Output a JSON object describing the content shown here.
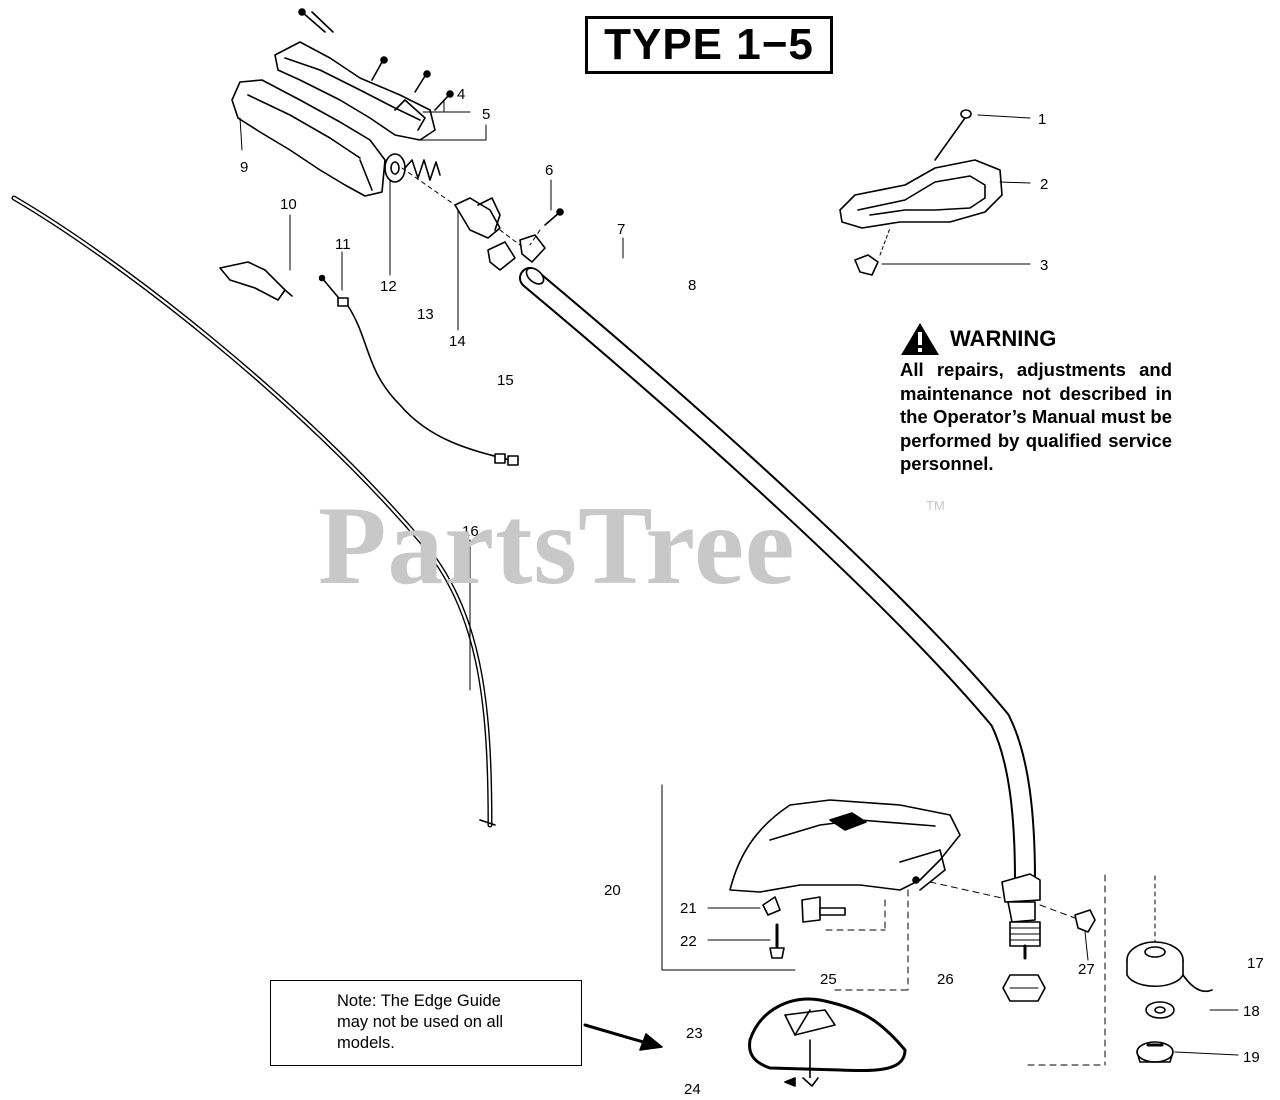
{
  "title": "TYPE 1−5",
  "watermark": "PartsTree",
  "watermark_mark": "TM",
  "warning": {
    "heading": "WARNING",
    "text": "All repairs, adjustments and maintenance not described in the Operator’s Manual must be performed by qualified service personnel."
  },
  "note": {
    "lines": [
      "Note: The Edge Guide",
      "may not be used on all",
      "models."
    ]
  },
  "callouts": [
    "1",
    "2",
    "3",
    "4",
    "5",
    "6",
    "7",
    "8",
    "9",
    "10",
    "11",
    "12",
    "13",
    "14",
    "15",
    "16",
    "17",
    "18",
    "19",
    "20",
    "21",
    "22",
    "23",
    "24",
    "25",
    "26",
    "27"
  ],
  "icons": [
    "warning-triangle-icon"
  ]
}
